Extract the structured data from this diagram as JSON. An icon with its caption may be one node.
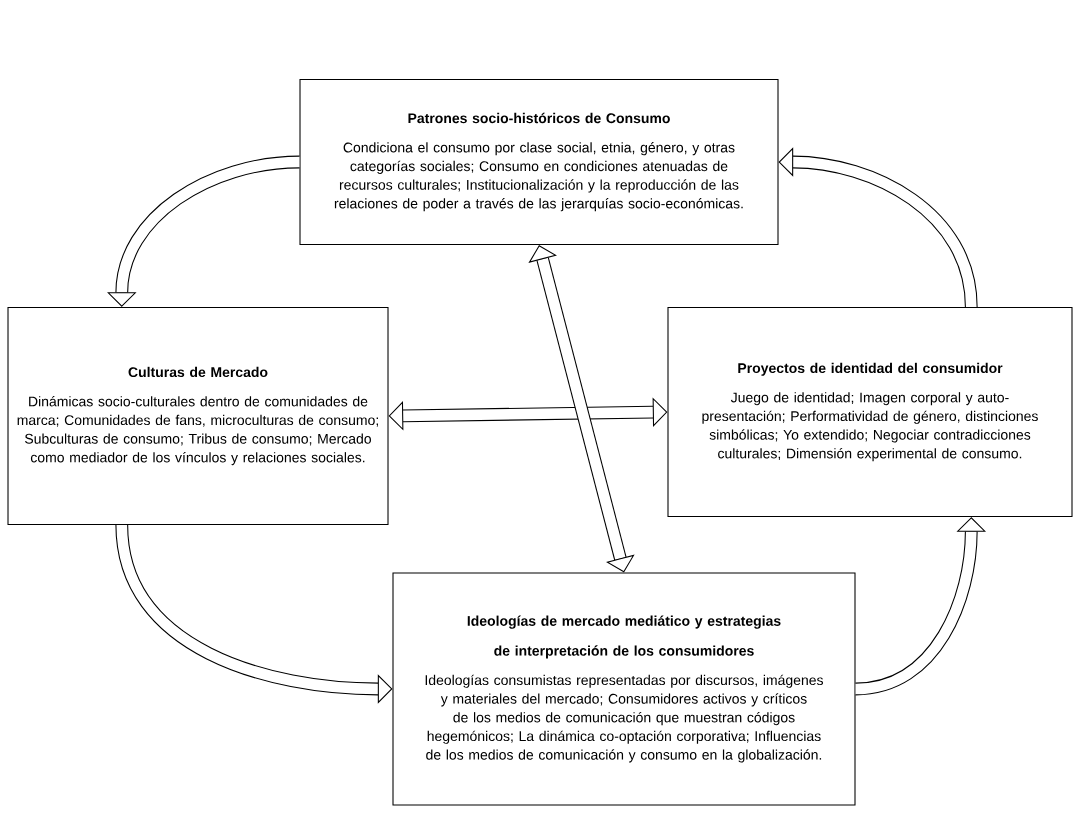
{
  "diagram": {
    "nodes": [
      {
        "text": [
          "Patrones socio-históricos de Consumo",
          "Condiciona el consumo por clase social, etnia, género, y otras categorías sociales; Consumo en condiciones atenuadas de recursos culturales; Institucionalización y la reproducción de las relaciones de poder a través de las jerarquías socio-económicas."
        ]
      },
      {
        "text": [
          "Culturas de Mercado",
          "Dinámicas socio-culturales dentro de comunidades de marca; Comunidades de fans, microculturas de consumo; Subculturas de consumo; Tribus de consumo; Mercado como mediador de los vínculos y relaciones sociales."
        ]
      },
      {
        "text": [
          "Proyectos de identidad del consumidor",
          "Juego de identidad; Imagen corporal y auto-presentación; Performatividad de género, distinciones simbólicas; Yo extendido; Negociar contradicciones culturales; Dimensión experimental de consumo."
        ]
      },
      {
        "text": [
          "Ideologías de mercado mediático y estrategias de interpretación de los consumidores",
          "Ideologías consumistas representadas por discursos, imágenes y materiales del mercado; Consumidores activos y críticos de los medios de comunicación que muestran códigos hegemónicos; La dinámica co-optación corporativa; Influencias de los medios de comunicación y consumo en la globalización."
        ]
      }
    ],
    "edges": [
      {
        "from": 0,
        "to": 1,
        "arrow": "to"
      },
      {
        "from": 1,
        "to": 3,
        "arrow": "to"
      },
      {
        "from": 3,
        "to": 2,
        "arrow": "to"
      },
      {
        "from": 2,
        "to": 0,
        "arrow": "to"
      },
      {
        "from": 1,
        "to": 2,
        "arrow": "both"
      },
      {
        "from": 0,
        "to": 3,
        "arrow": "both"
      }
    ]
  }
}
